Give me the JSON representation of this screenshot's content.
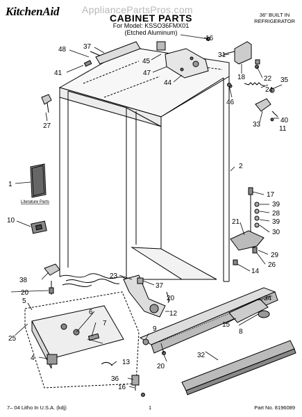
{
  "header": {
    "brand": "KitchenAid",
    "watermark": "AppliancePartsPros.com",
    "title": "CABINET PARTS",
    "model_line": "For Model: KSSO36FMX01",
    "variant": "(Etched Aluminum)",
    "product_line1": "36\" BUILT IN",
    "product_line2": "REFRIGERATOR"
  },
  "callouts": {
    "c1": "1",
    "c2": "2",
    "c4": "4",
    "c5": "5",
    "c6": "6",
    "c7": "7",
    "c8": "8",
    "c9": "9",
    "c10": "10",
    "c11": "11",
    "c12": "12",
    "c13": "13",
    "c14": "14",
    "c15": "15",
    "c16": "16",
    "c16b": "16",
    "c17": "17",
    "c18": "18",
    "c20a": "20",
    "c20b": "20",
    "c20c": "20",
    "c21": "21",
    "c22": "22",
    "c23": "23",
    "c24": "24",
    "c25": "25",
    "c26": "26",
    "c27": "27",
    "c28": "28",
    "c29": "29",
    "c30": "30",
    "c31": "31",
    "c32": "32",
    "c33": "33",
    "c34": "34",
    "c35": "35",
    "c36": "36",
    "c37a": "37",
    "c37b": "37",
    "c38": "38",
    "c39a": "39",
    "c39b": "39",
    "c40": "40",
    "c41": "41",
    "c44": "44",
    "c45": "45",
    "c46": "46",
    "c47": "47",
    "c48": "48"
  },
  "literature_label": "Literature Parts",
  "footer": {
    "left": "7– 04 Litho In U.S.A. (kdj)",
    "page": "1",
    "part": "Part No. 8196089"
  }
}
